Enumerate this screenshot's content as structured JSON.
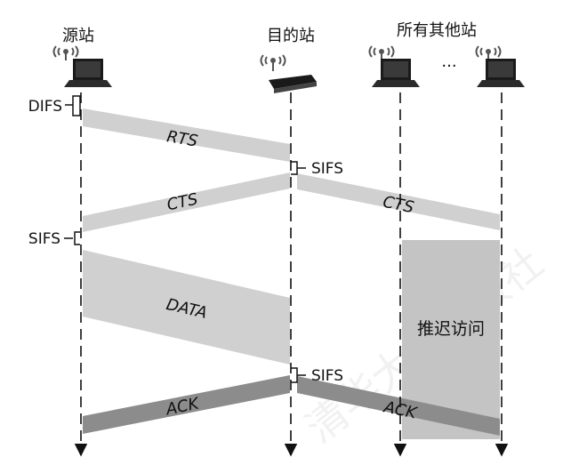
{
  "stations": {
    "source": "源站",
    "destination": "目的站",
    "others": "所有其他站",
    "ellipsis": "···"
  },
  "intervals": {
    "difs": "DIFS",
    "sifs_1": "SIFS",
    "sifs_2": "SIFS",
    "sifs_3": "SIFS"
  },
  "frames": {
    "rts": "RTS",
    "cts": "CTS",
    "cts_others": "CTS",
    "data": "DATA",
    "ack": "ACK",
    "ack_others": "ACK"
  },
  "defer_label": "推迟访问",
  "watermark": "清华大学出版社",
  "colors": {
    "band_light": "#d0d0d0",
    "band_ack": "#8c8c8c",
    "defer_block": "#c4c4c4",
    "line": "#111111"
  },
  "icons": {
    "source": "laptop-icon",
    "destination": "access-point-icon",
    "other_1": "laptop-icon",
    "other_2": "laptop-icon",
    "antenna": "wireless-signal-icon"
  }
}
